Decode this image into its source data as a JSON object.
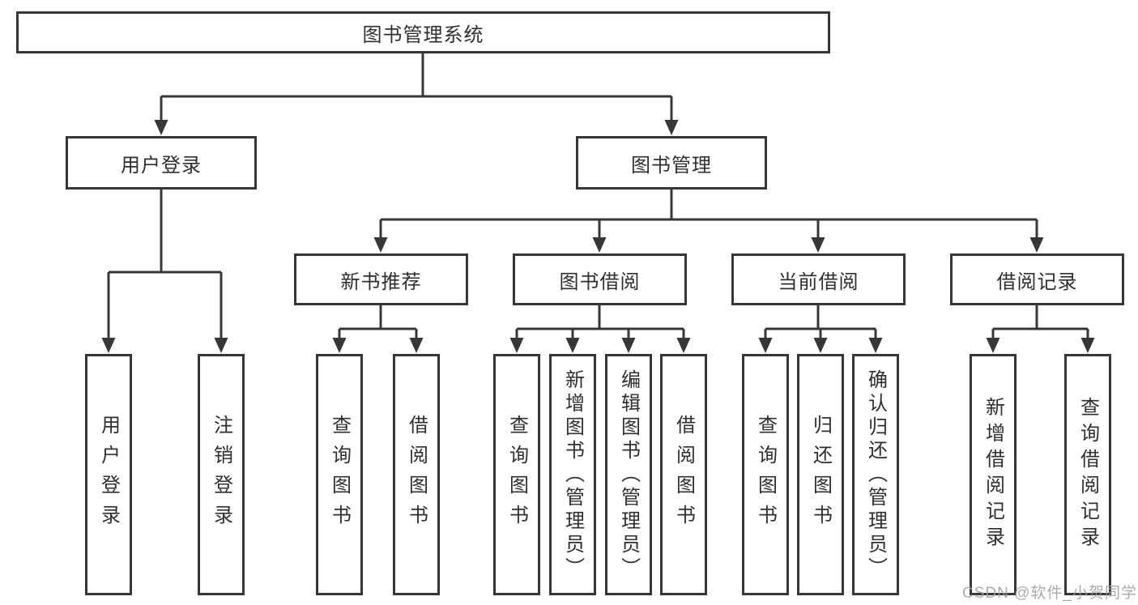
{
  "diagram": {
    "type": "tree-structure-chart",
    "root": "图书管理系统",
    "level2": [
      "用户登录",
      "图书管理"
    ],
    "level3": [
      "新书推荐",
      "图书借阅",
      "当前借阅",
      "借阅记录"
    ],
    "leaves": [
      "用户登录",
      "注销登录",
      "查询图书",
      "借阅图书",
      "查询图书",
      "新增图书（管理员）",
      "编辑图书（管理员）",
      "借阅图书",
      "查询图书",
      "归还图书",
      "确认归还（管理员）",
      "新增借阅记录",
      "查询借阅记录"
    ],
    "edges": [
      [
        "图书管理系统",
        "用户登录"
      ],
      [
        "图书管理系统",
        "图书管理"
      ],
      [
        "用户登录",
        "用户登录"
      ],
      [
        "用户登录",
        "注销登录"
      ],
      [
        "图书管理",
        "新书推荐"
      ],
      [
        "图书管理",
        "图书借阅"
      ],
      [
        "图书管理",
        "当前借阅"
      ],
      [
        "图书管理",
        "借阅记录"
      ],
      [
        "新书推荐",
        "查询图书"
      ],
      [
        "新书推荐",
        "借阅图书"
      ],
      [
        "图书借阅",
        "查询图书"
      ],
      [
        "图书借阅",
        "新增图书（管理员）"
      ],
      [
        "图书借阅",
        "编辑图书（管理员）"
      ],
      [
        "图书借阅",
        "借阅图书"
      ],
      [
        "当前借阅",
        "查询图书"
      ],
      [
        "当前借阅",
        "归还图书"
      ],
      [
        "当前借阅",
        "确认归还（管理员）"
      ],
      [
        "借阅记录",
        "新增借阅记录"
      ],
      [
        "借阅记录",
        "查询借阅记录"
      ]
    ]
  },
  "watermark": {
    "text": "CSDN @软件_小贺同学"
  },
  "colors": {
    "line": "#373737",
    "box_border": "#373737",
    "text": "#2f2f2f",
    "watermark": "#9d9da2",
    "background": "#ffffff"
  }
}
